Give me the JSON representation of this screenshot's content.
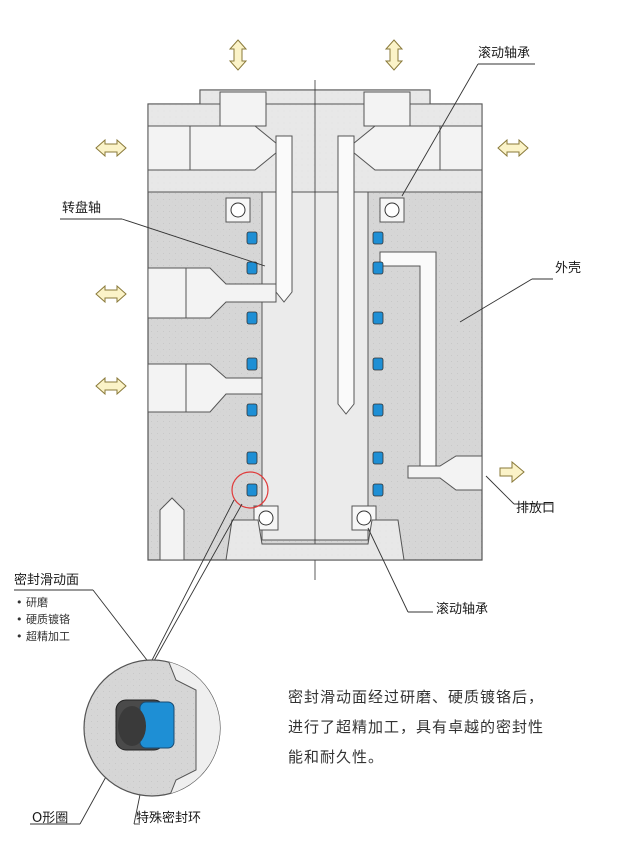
{
  "labels": {
    "rolling_bearing_top": "滚动轴承",
    "rotor_shaft": "转盘轴",
    "housing": "外壳",
    "exhaust_port": "排放口",
    "rolling_bearing_bottom": "滚动轴承",
    "seal_surface": "密封滑动面",
    "o_ring": "O形圈",
    "special_seal_ring": "特殊密封环"
  },
  "seal_surface_items": [
    "研磨",
    "硬质镀铬",
    "超精加工"
  ],
  "description_lines": [
    "密封滑动面经过研磨、硬质镀铬后，",
    "进行了超精加工，具有卓越的密封性",
    "能和耐久性。"
  ],
  "colors": {
    "housing_fill": "#d9d9d9",
    "shaft_fill": "#e6e6e6",
    "seal_blue": "#1e8fd5",
    "arrow_fill": "#fbf3c8",
    "arrow_stroke": "#8a7a3a",
    "highlight_circle": "#e03a3a"
  }
}
